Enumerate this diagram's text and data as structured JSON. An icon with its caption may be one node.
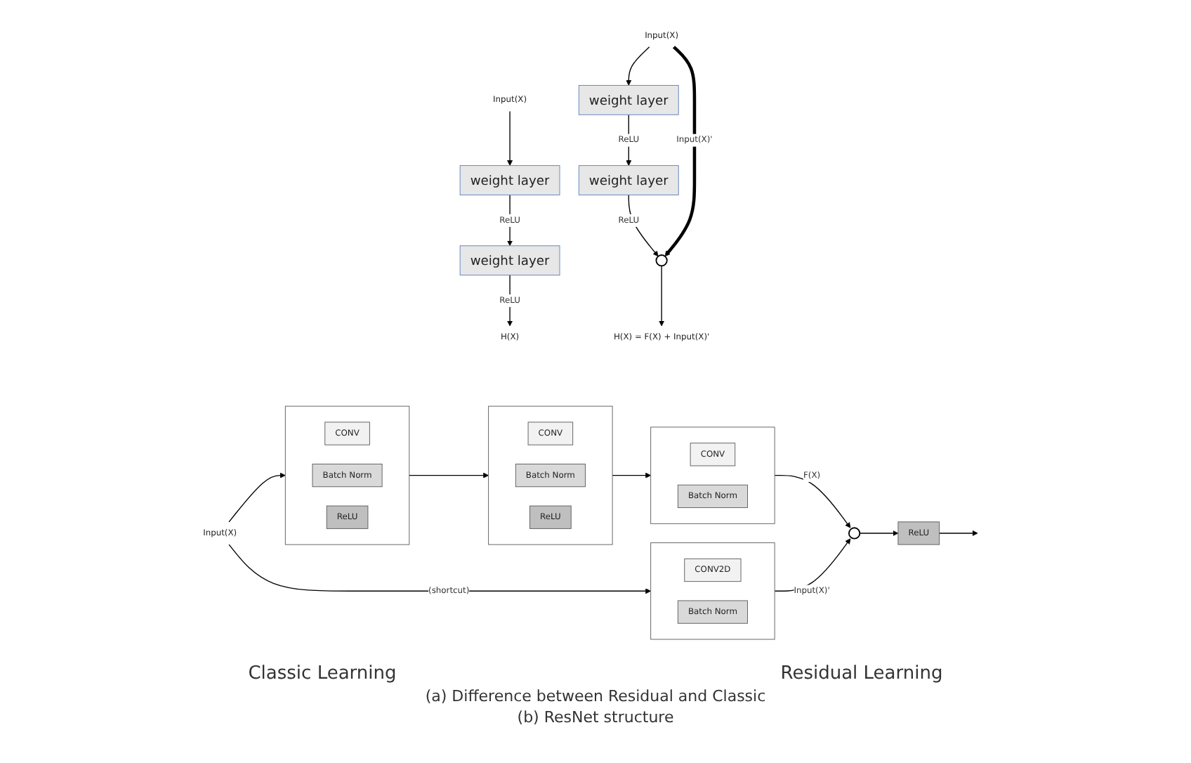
{
  "diagram": {
    "nodes": [
      {
        "text": [
          "Input(X)"
        ]
      },
      {
        "text": [
          "weight layer"
        ]
      },
      {
        "text": [
          "weight layer"
        ]
      },
      {
        "text": [
          "H(X)"
        ]
      },
      {
        "text": [
          "Input(X)"
        ]
      },
      {
        "text": [
          "weight layer"
        ]
      },
      {
        "text": [
          "weight layer"
        ]
      },
      {
        "text": [],
        "shape": "circle"
      },
      {
        "text": [
          "H(X) = F(X) + Input(X)'"
        ]
      },
      {
        "text": [
          "Input(X)"
        ]
      },
      {
        "text": [],
        "shape": "box"
      },
      {
        "text": [
          "CONV"
        ],
        "in": 10
      },
      {
        "text": [
          "Batch Norm"
        ],
        "in": 10
      },
      {
        "text": [
          "ReLU"
        ],
        "in": 10
      },
      {
        "text": [],
        "shape": "box"
      },
      {
        "text": [
          "CONV"
        ],
        "in": 14
      },
      {
        "text": [
          "Batch Norm"
        ],
        "in": 14
      },
      {
        "text": [
          "ReLU"
        ],
        "in": 14
      },
      {
        "text": [],
        "shape": "box"
      },
      {
        "text": [
          "CONV"
        ],
        "in": 18
      },
      {
        "text": [
          "Batch Norm"
        ],
        "in": 18
      },
      {
        "text": [],
        "shape": "circle"
      },
      {
        "text": [
          "ReLU"
        ]
      },
      {
        "text": [],
        "shape": "box"
      },
      {
        "text": [
          "CONV2D"
        ],
        "in": 23
      },
      {
        "text": [
          "Batch Norm"
        ],
        "in": 23
      }
    ],
    "edges": [
      {
        "from": 0,
        "to": 1,
        "arrow": "to"
      },
      {
        "from": 1,
        "to": 2,
        "arrow": "to",
        "label": "ReLU"
      },
      {
        "from": 2,
        "to": 3,
        "arrow": "to",
        "label": "ReLU"
      },
      {
        "from": 4,
        "to": 5,
        "arrow": "to"
      },
      {
        "from": 5,
        "to": 6,
        "arrow": "to",
        "label": "ReLU"
      },
      {
        "from": 6,
        "to": 7,
        "arrow": "to",
        "label": "ReLU"
      },
      {
        "from": 4,
        "to": 7,
        "arrow": "to",
        "label": "Input(X)'",
        "style": "thick"
      },
      {
        "from": 7,
        "to": 8,
        "arrow": "to"
      },
      {
        "from": 9,
        "to": 10,
        "arrow": "to"
      },
      {
        "from": 9,
        "to": 23,
        "arrow": "to",
        "label": "(shortcut)"
      },
      {
        "from": 10,
        "to": 14,
        "arrow": "to"
      },
      {
        "from": 14,
        "to": 18,
        "arrow": "to"
      },
      {
        "from": 18,
        "to": 21,
        "arrow": "to",
        "label": "F(X)"
      },
      {
        "from": 23,
        "to": 21,
        "arrow": "to",
        "label": "Input(X)'"
      },
      {
        "from": 21,
        "to": 22,
        "arrow": "to"
      },
      {
        "from": 22,
        "to": null,
        "arrow": "to"
      }
    ],
    "labels": [
      "Classic Learning",
      "Residual Learning",
      "(a) Difference between Residual and Classic",
      "(b) ResNet structure"
    ]
  }
}
